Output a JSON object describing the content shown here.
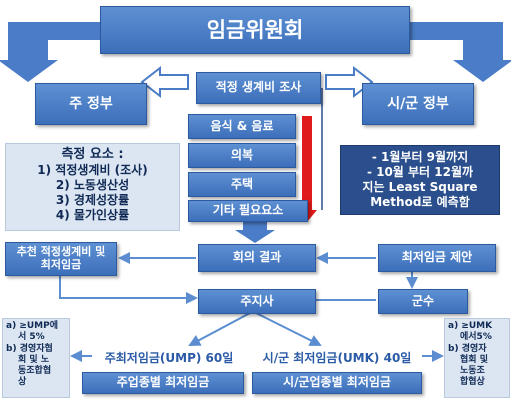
{
  "title": "임금위원회",
  "left_top": "주 정부",
  "right_top": "시/군 정부",
  "survey": "적정 생계비 조사",
  "survey_items": [
    "음식 & 음료",
    "의복",
    "주택",
    "기타 필요요소"
  ],
  "factors": {
    "heading": "측정 요소 :",
    "items": [
      "1)  적정생계비 (조사)",
      "2)  노동생산성",
      "3)  경제성장률",
      "4)  물가인상률"
    ]
  },
  "right_note": [
    "-  1월부터 9월까지",
    "-  10월 부터 12월까",
    "지는 Least Square",
    "Method로 예측함"
  ],
  "recommend": "추천 적정생계비 및 최저임금",
  "meeting_result": "회의 결과",
  "min_wage_proposal": "최저임금 제안",
  "governor": "주지사",
  "county_head": "군수",
  "ump": "주최저임금(UMP) 60일",
  "umk": "시/군 최저임금(UMK) 40일",
  "ump_sector": "주업종별 최저임금",
  "umk_sector": "시/군업종별 최저임금",
  "left_bottom_note": [
    "a)",
    "≥UMP에",
    "서 5%",
    "b)",
    "경영자협",
    "회 및 노",
    "동조합협",
    "상"
  ],
  "right_bottom_note": [
    "a)",
    "≥UMK",
    "에서5%",
    "b)",
    "경영자",
    "협회 및",
    "노동조",
    "합협상"
  ],
  "colors": {
    "blue": "#4a7cc7",
    "light": "#dce6f2",
    "navy": "#2a4f8c",
    "red": "#e01b1b"
  }
}
